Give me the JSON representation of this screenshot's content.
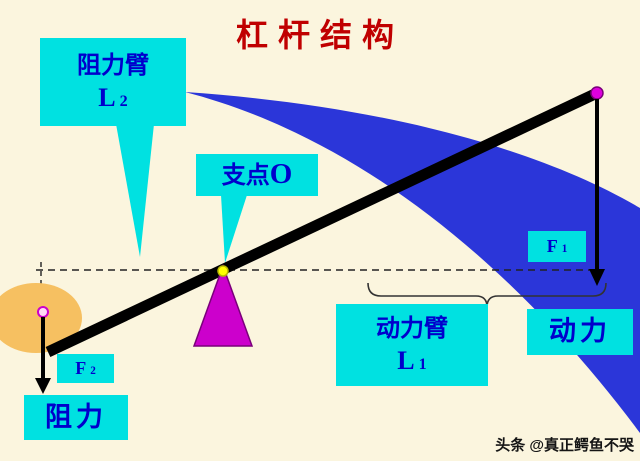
{
  "title": "杠杆结构",
  "watermark": "头条 @真正鳄鱼不哭",
  "labels": {
    "resistance_arm_line1": "阻力臂",
    "resistance_arm_sym": "L",
    "resistance_arm_sub": "2",
    "fulcrum_text": "支点",
    "fulcrum_sym": "O",
    "f1_sym": "F",
    "f1_sub": "1",
    "effort_arm_line1": "动力臂",
    "effort_arm_sym": "L",
    "effort_arm_sub": "1",
    "effort": "动力",
    "f2_sym": "F",
    "f2_sub": "2",
    "resistance": "阻力"
  },
  "colors": {
    "background": "#FBF5DE",
    "title_red": "#C00000",
    "label_bg": "#00E1E1",
    "label_text": "#0000CC",
    "swoosh_blue": "#2B36D9",
    "lever_black": "#000000",
    "fulcrum_magenta": "#CC00CC",
    "load_orange": "#F6C061",
    "marker_yellow": "#FFFF00",
    "marker_magenta": "#DD00DD"
  }
}
